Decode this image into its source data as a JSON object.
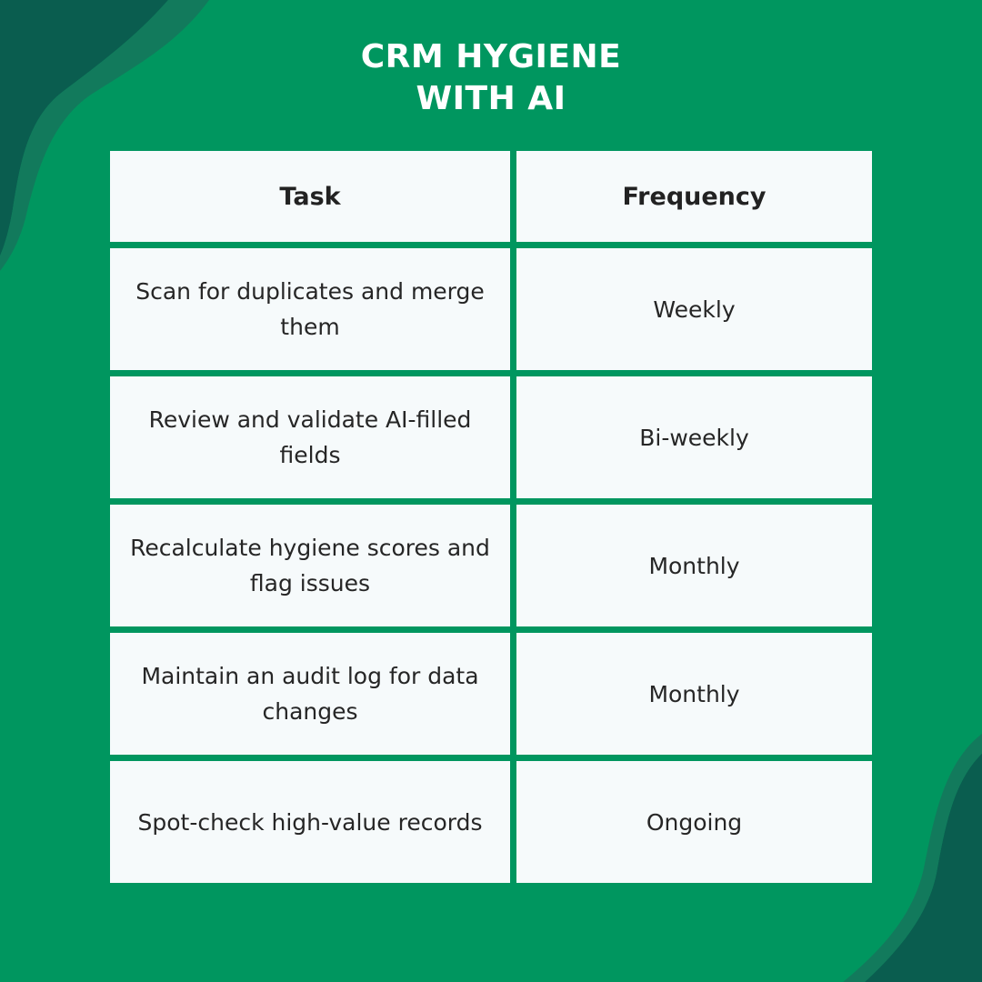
{
  "title": {
    "line1": "CRM HYGIENE",
    "line2": "WITH AI"
  },
  "table": {
    "headers": {
      "task": "Task",
      "frequency": "Frequency"
    },
    "rows": [
      {
        "task": "Scan for duplicates and merge them",
        "frequency": "Weekly"
      },
      {
        "task": "Review and validate AI-filled fields",
        "frequency": "Bi-weekly"
      },
      {
        "task": "Recalculate hygiene scores and flag issues",
        "frequency": "Monthly"
      },
      {
        "task": "Maintain an audit log for data changes",
        "frequency": "Monthly"
      },
      {
        "task": "Spot-check high-value records",
        "frequency": "Ongoing"
      }
    ]
  },
  "colors": {
    "background": "#00965f",
    "wave": "#0a5d4f",
    "cell": "#f6fafb",
    "text": "#262626",
    "title": "#ffffff"
  }
}
